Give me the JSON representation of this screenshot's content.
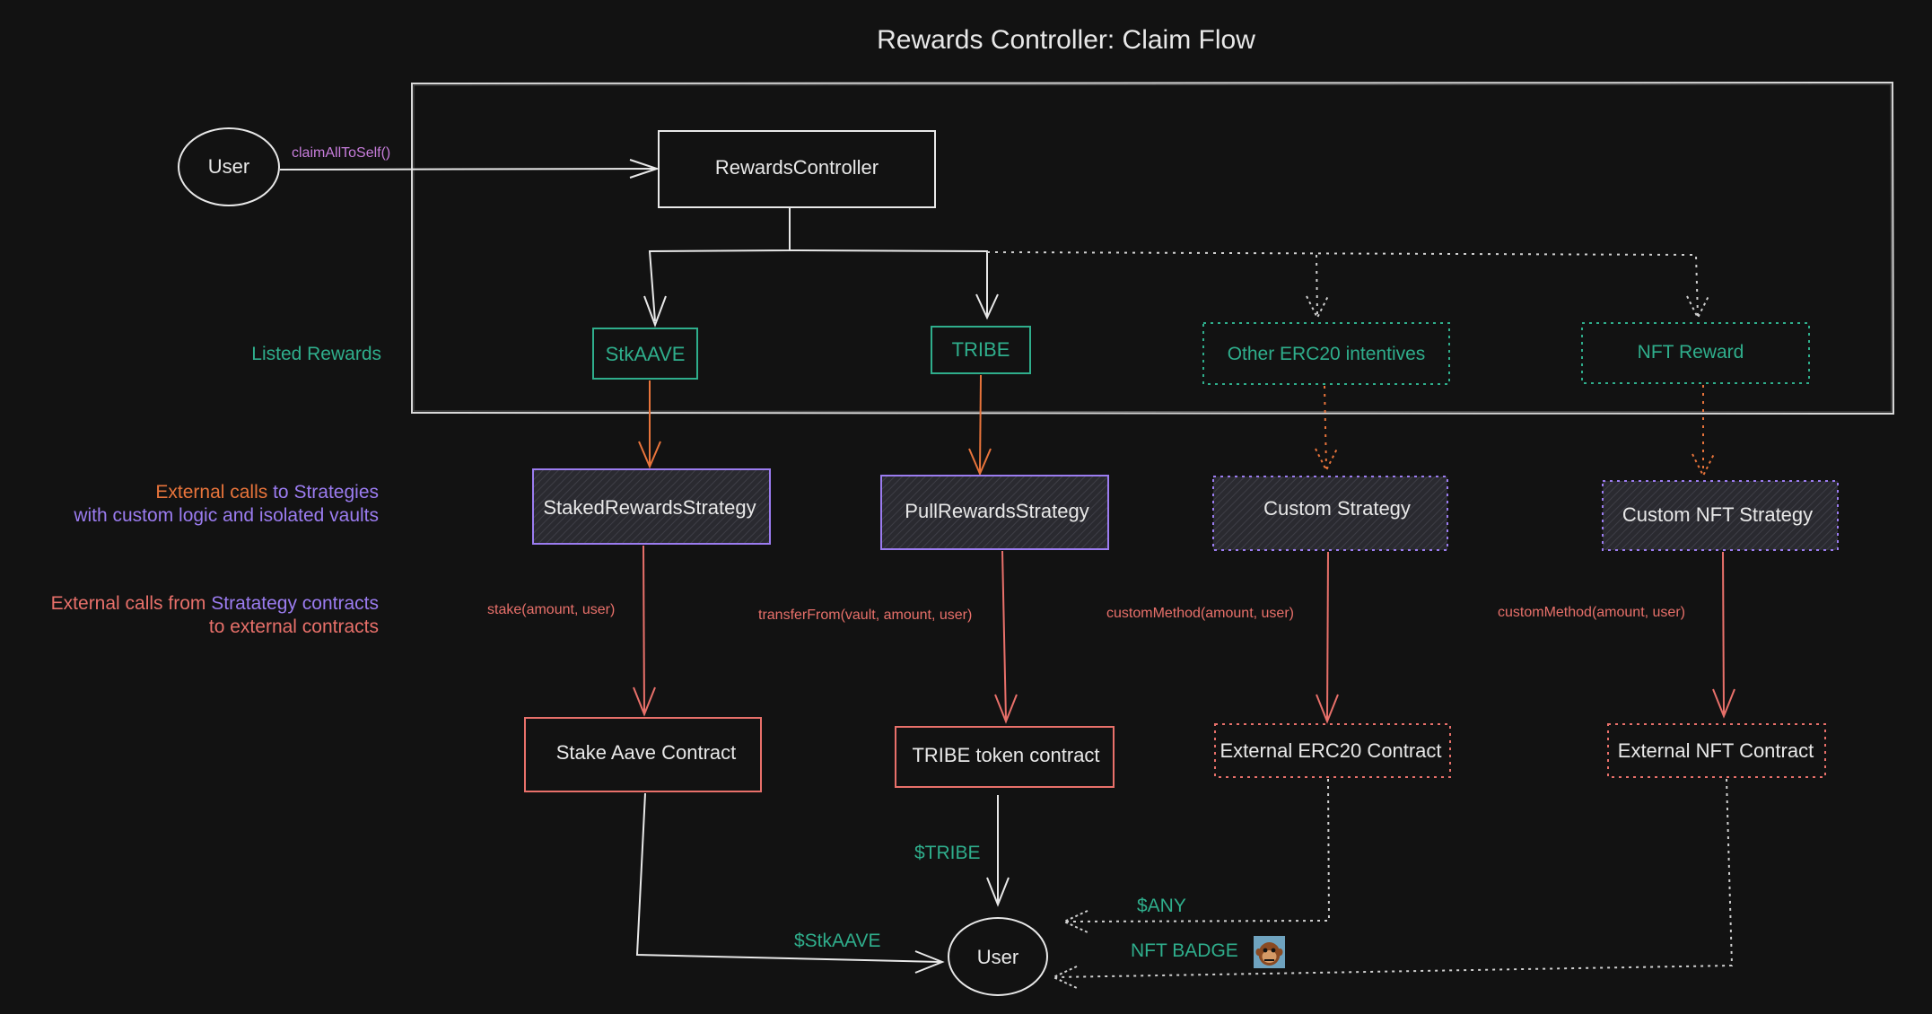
{
  "title": "Rewards Controller: Claim Flow",
  "colors": {
    "background": "#121212",
    "white": "#e8e8e8",
    "green": "#2fae8c",
    "orange": "#e8743b",
    "purple": "#9b7cf0",
    "red": "#e8706a",
    "callLabel": "#c77ddb"
  },
  "user_top": {
    "label": "User",
    "call": "claimAllToSelf()"
  },
  "controller": {
    "label": "RewardsController"
  },
  "row_labels": {
    "listed": "Listed Rewards",
    "ext_calls_1_a": "External calls",
    "ext_calls_1_b": " to Strategies",
    "ext_calls_1_c": "with custom logic and isolated vaults",
    "ext_calls_2_a": "External calls from ",
    "ext_calls_2_b": "Stratategy contracts",
    "ext_calls_2_c": "to external contracts"
  },
  "rewards": [
    {
      "label": "StkAAVE"
    },
    {
      "label": "TRIBE"
    },
    {
      "label": "Other ERC20 intentives"
    },
    {
      "label": "NFT Reward"
    }
  ],
  "strategies": [
    {
      "label": "StakedRewardsStrategy"
    },
    {
      "label": "PullRewardsStrategy"
    },
    {
      "label": "Custom Strategy"
    },
    {
      "label": "Custom NFT Strategy"
    }
  ],
  "calls": [
    {
      "label": "stake(amount, user)"
    },
    {
      "label": "transferFrom(vault, amount, user)"
    },
    {
      "label": "customMethod(amount, user)"
    },
    {
      "label": "customMethod(amount, user)"
    }
  ],
  "externals": [
    {
      "label": "Stake Aave Contract"
    },
    {
      "label": "TRIBE token contract"
    },
    {
      "label": "External ERC20 Contract"
    },
    {
      "label": "External NFT Contract"
    }
  ],
  "user_bottom": {
    "label": "User"
  },
  "flows": {
    "stkaave": "$StkAAVE",
    "tribe": "$TRIBE",
    "any": "$ANY",
    "nft": "NFT BADGE"
  },
  "icons": {
    "nft_badge": "monkey-badge-icon"
  }
}
